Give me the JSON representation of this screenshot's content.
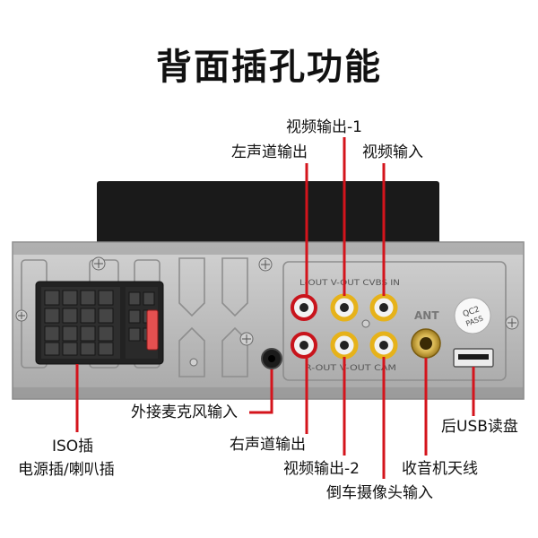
{
  "page": {
    "title": "背面插孔功能"
  },
  "labels": {
    "video_out_1": "视频输出-1",
    "left_channel_out": "左声道输出",
    "video_in": "视频输入",
    "mic_in": "外接麦克风输入",
    "right_channel_out": "右声道输出",
    "video_out_2": "视频输出-2",
    "reverse_camera_in": "倒车摄像头输入",
    "radio_antenna": "收音机天线",
    "rear_usb": "后USB读盘",
    "iso_line1": "ISO插",
    "iso_line2": "电源插/喇叭插"
  },
  "panel_text": {
    "rca_top": "L-OUT V-OUT CVBS IN",
    "rca_bottom": "R-OUT V-OUT CAM",
    "ant": "ANT",
    "badge_line1": "QC2",
    "badge_line2": "PASS"
  },
  "colors": {
    "accent_line": "#d4141c",
    "rca_red": "#c8141c",
    "rca_yellow": "#e6b21a",
    "chassis": "#b9b9b9",
    "housing": "#1a1a1a"
  }
}
